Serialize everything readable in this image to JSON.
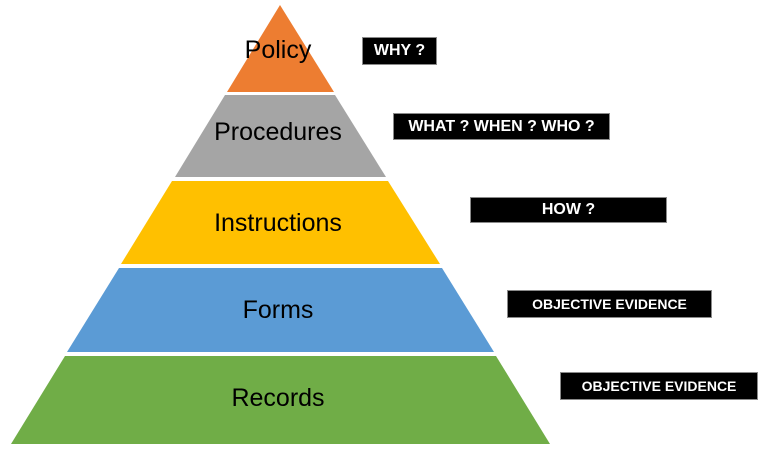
{
  "diagram": {
    "background": "#FFFFFF",
    "levels": [
      {
        "label": "Policy",
        "color": "#ED7D31",
        "callout": "WHY ?"
      },
      {
        "label": "Procedures",
        "color": "#A5A5A5",
        "callout": "WHAT ? WHEN ? WHO ?"
      },
      {
        "label": "Instructions",
        "color": "#FFC000",
        "callout": "HOW ?"
      },
      {
        "label": "Forms",
        "color": "#5B9BD5",
        "callout": "OBJECTIVE EVIDENCE"
      },
      {
        "label": "Records",
        "color": "#70AD47",
        "callout": "OBJECTIVE EVIDENCE"
      }
    ],
    "callout_bg": "#000000",
    "callout_text_color": "#FFFFFF",
    "label_text_color": "#000000"
  }
}
